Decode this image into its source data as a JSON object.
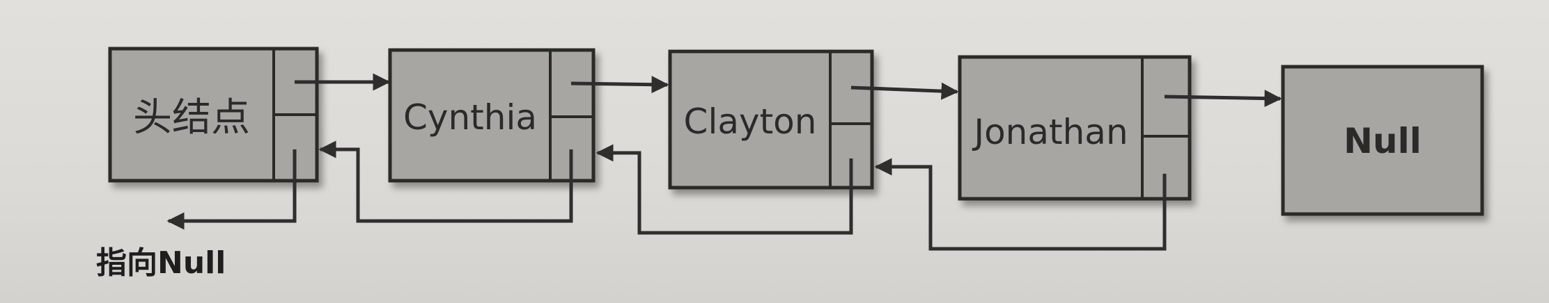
{
  "nodes": [
    {
      "label": "头结点"
    },
    {
      "label": "Cynthia"
    },
    {
      "label": "Clayton"
    },
    {
      "label": "Jonathan"
    },
    {
      "label": "Null"
    }
  ],
  "note": {
    "label": "指向Null"
  },
  "colors": {
    "box_fill": "#a8a6a2",
    "box_stroke": "#2a2927",
    "arrow": "#2f2e2c"
  }
}
